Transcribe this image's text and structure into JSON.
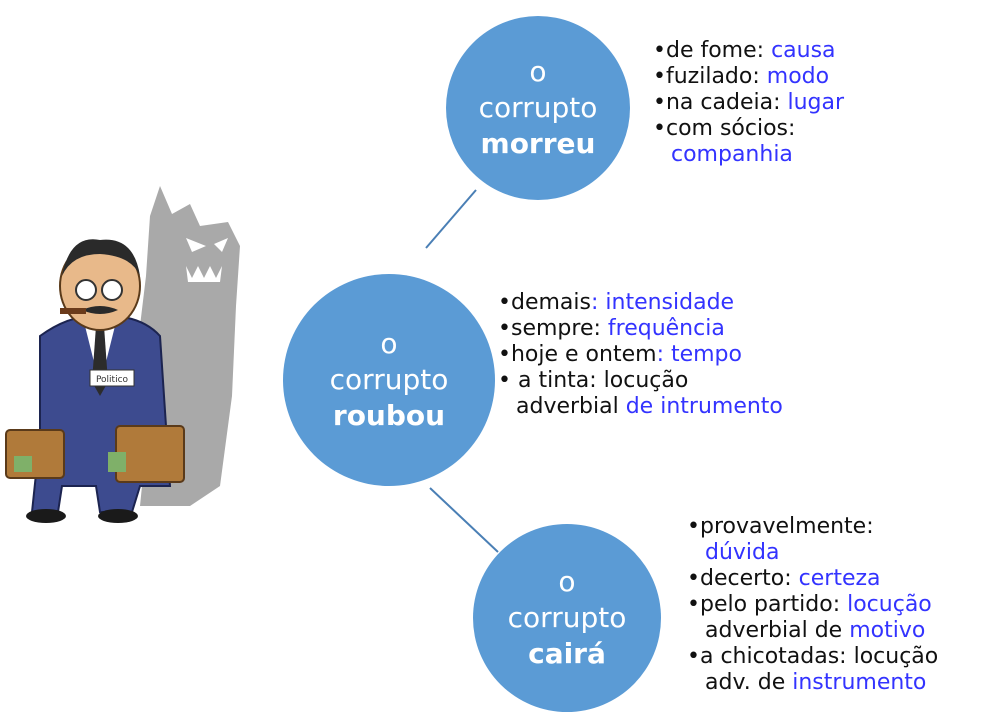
{
  "colors": {
    "circle_fill": "#5b9bd5",
    "connector": "#4a7fb5",
    "accent_text": "#3333ff",
    "body_text": "#111111"
  },
  "illustration": {
    "subject": "politician-with-money-briefcases",
    "badge_text": "Politico"
  },
  "nodes": [
    {
      "line1": "o",
      "line2": "corrupto",
      "verb": "morreu",
      "items": [
        {
          "term": "de fome: ",
          "category": "causa"
        },
        {
          "term": "fuzilado: ",
          "category": "modo"
        },
        {
          "term": "na cadeia: ",
          "category": "lugar"
        },
        {
          "term": "com sócios:",
          "category": "companhia"
        }
      ]
    },
    {
      "line1": "o",
      "line2": "corrupto",
      "verb": "roubou",
      "items": [
        {
          "term": "demais",
          "category": ": intensidade"
        },
        {
          "term": "sempre: ",
          "category": "frequência"
        },
        {
          "term": "hoje e ontem",
          "category": ": tempo"
        },
        {
          "term": " a tinta: locução",
          "cont": "adverbial ",
          "category": "de intrumento"
        }
      ]
    },
    {
      "line1": "o",
      "line2": "corrupto",
      "verb": "cairá",
      "items": [
        {
          "term": "provavelmente:",
          "category": "dúvida"
        },
        {
          "term": "decerto: ",
          "category": "certeza"
        },
        {
          "term": "pelo partido: ",
          "category": "locução",
          "cont": "adverbial de ",
          "cat2": "motivo"
        },
        {
          "term": "a chicotadas: locução",
          "cont": "adv. de ",
          "cat2": "instrumento"
        }
      ]
    }
  ]
}
